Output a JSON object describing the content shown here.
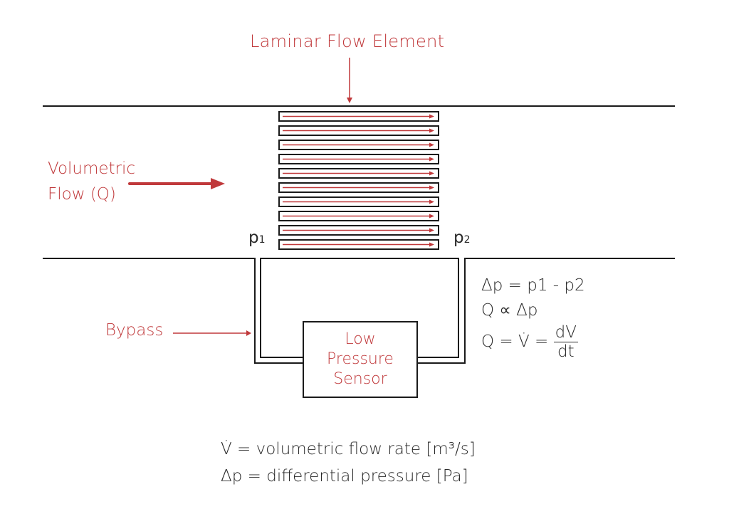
{
  "title": "Laminar Flow Element",
  "inflow": {
    "line1": "Volumetric",
    "line2": "Flow (Q)"
  },
  "pressure_points": {
    "p1": "p",
    "p1_sub": "1",
    "p2": "p",
    "p2_sub": "2"
  },
  "bypass_label": "Bypass",
  "sensor": {
    "line1": "Low",
    "line2": "Pressure",
    "line3": "Sensor"
  },
  "channel_count": 10,
  "equations": {
    "eq1": "Δp = p1 - p2",
    "eq2": "Q ∝ Δp",
    "eq3_prefix": "Q = V̇ =",
    "eq3_num": "dV",
    "eq3_den": "dt"
  },
  "legend": {
    "line1": "V̇ = volumetric flow rate [m³/s]",
    "line2": "Δp = differential pressure [Pa]"
  },
  "colors": {
    "accent": "#c0393b",
    "line": "#1a1a1a",
    "text": "#2a2a2a"
  }
}
